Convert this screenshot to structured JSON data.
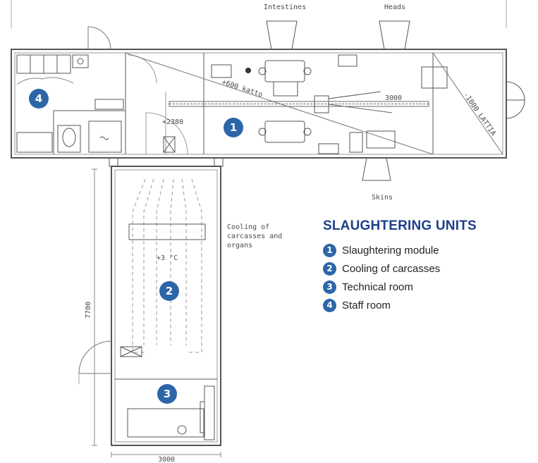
{
  "labels": {
    "intestines": "Intestines",
    "heads": "Heads",
    "skins": "Skins",
    "ceiling": "+600 katto",
    "floor": "-1000 LATTIA",
    "level": "+2380",
    "length_3000": "3000",
    "cooling_note": [
      "Cooling of",
      "carcasses and",
      "organs"
    ],
    "temperature": "+3 °C",
    "dim_height": "7700",
    "dim_width": "3000"
  },
  "badges": {
    "b1": "1",
    "b2": "2",
    "b3": "3",
    "b4": "4"
  },
  "legend": {
    "title": "SLAUGHTERING UNITS",
    "items": [
      {
        "num": "1",
        "label": "Slaughtering module"
      },
      {
        "num": "2",
        "label": "Cooling of carcasses"
      },
      {
        "num": "3",
        "label": "Technical room"
      },
      {
        "num": "4",
        "label": "Staff room"
      }
    ]
  },
  "colors": {
    "badge": "#2c66a8",
    "title": "#1f3f8a",
    "lines": "#555555"
  }
}
